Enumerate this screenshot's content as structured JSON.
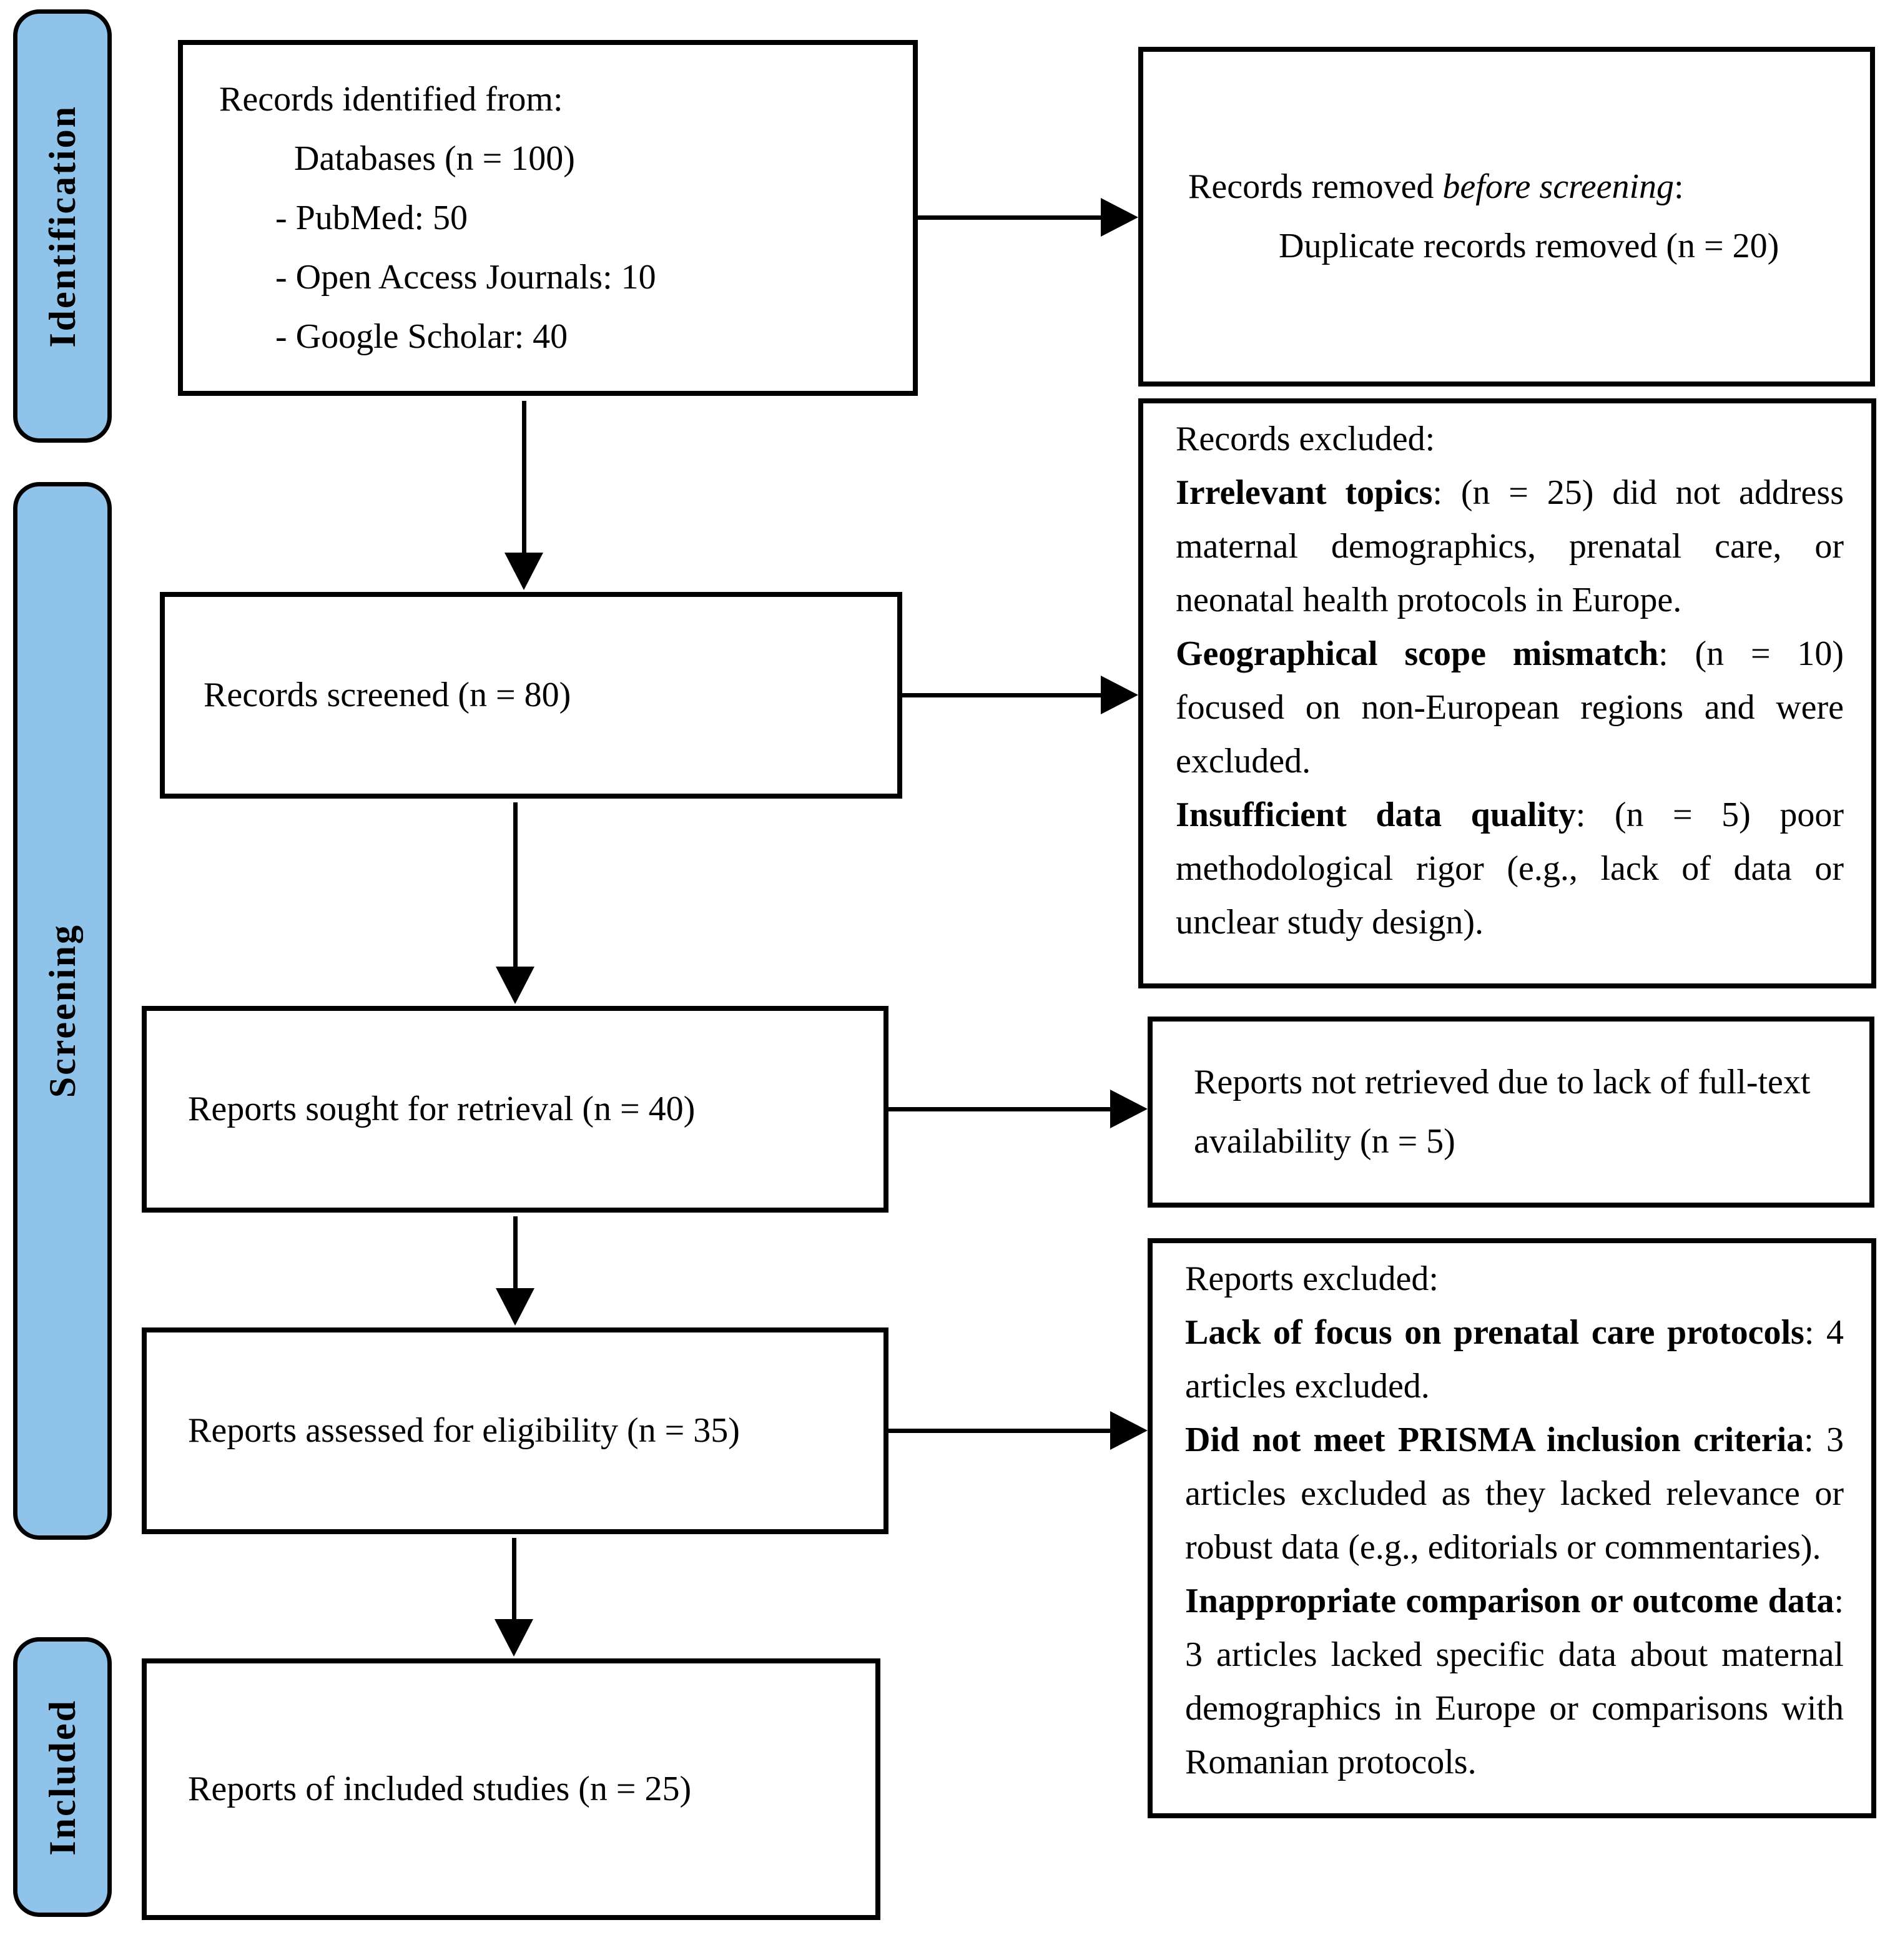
{
  "colors": {
    "stage_fill": "#8fc3ea",
    "border": "#000000",
    "background": "#ffffff",
    "text": "#000000"
  },
  "stages": [
    {
      "label": "Identification"
    },
    {
      "label": "Screening"
    },
    {
      "label": "Included"
    }
  ],
  "left_boxes": [
    {
      "id": "records-identified",
      "paragraphs": [
        {
          "indent": 0,
          "runs": [
            {
              "t": "Records identified from:"
            }
          ]
        },
        {
          "indent": 2,
          "runs": [
            {
              "t": "Databases (n = 100)"
            }
          ]
        },
        {
          "indent": 1,
          "runs": [
            {
              "t": "- PubMed: 50"
            }
          ]
        },
        {
          "indent": 1,
          "runs": [
            {
              "t": "- Open Access Journals: 10"
            }
          ]
        },
        {
          "indent": 1,
          "runs": [
            {
              "t": "- Google Scholar: 40"
            }
          ]
        }
      ]
    },
    {
      "id": "records-screened",
      "paragraphs": [
        {
          "indent": 0,
          "runs": [
            {
              "t": "Records screened (n = 80)"
            }
          ]
        }
      ]
    },
    {
      "id": "reports-sought",
      "paragraphs": [
        {
          "indent": 0,
          "runs": [
            {
              "t": "Reports sought for retrieval (n = 40)"
            }
          ]
        }
      ]
    },
    {
      "id": "reports-assessed",
      "paragraphs": [
        {
          "indent": 0,
          "runs": [
            {
              "t": "Reports assessed for eligibility (n = 35)"
            }
          ]
        }
      ]
    },
    {
      "id": "reports-included",
      "paragraphs": [
        {
          "indent": 0,
          "runs": [
            {
              "t": "Reports of included studies (n = 25)"
            }
          ]
        }
      ]
    }
  ],
  "right_boxes": [
    {
      "id": "records-removed",
      "paragraphs": [
        {
          "indent": 0,
          "runs": [
            {
              "t": "Records removed "
            },
            {
              "t": "before screening",
              "i": true
            },
            {
              "t": ":"
            }
          ]
        },
        {
          "indent": 3,
          "runs": [
            {
              "t": "Duplicate records removed (n = 20)"
            }
          ]
        }
      ]
    },
    {
      "id": "records-excluded",
      "paragraphs": [
        {
          "indent": 0,
          "runs": [
            {
              "t": "Records excluded:"
            }
          ]
        },
        {
          "indent": 0,
          "runs": [
            {
              "t": "Irrelevant topics",
              "b": true
            },
            {
              "t": ": (n = 25) did not address maternal demographics, prenatal care, or neonatal health protocols in Europe."
            }
          ]
        },
        {
          "indent": 0,
          "runs": [
            {
              "t": "Geographical scope mismatch",
              "b": true
            },
            {
              "t": ": (n = 10) focused on non-European regions and were excluded."
            }
          ]
        },
        {
          "indent": 0,
          "runs": [
            {
              "t": "Insufficient data quality",
              "b": true
            },
            {
              "t": ": (n = 5) poor methodological rigor (e.g., lack of data or unclear study design)."
            }
          ]
        }
      ]
    },
    {
      "id": "reports-not-retrieved",
      "paragraphs": [
        {
          "indent": 0,
          "runs": [
            {
              "t": "Reports not retrieved due to lack of full-text availability (n = 5)"
            }
          ]
        }
      ]
    },
    {
      "id": "reports-excluded",
      "paragraphs": [
        {
          "indent": 0,
          "runs": [
            {
              "t": "Reports excluded:"
            }
          ]
        },
        {
          "indent": 0,
          "runs": [
            {
              "t": "Lack of focus on prenatal care protocols",
              "b": true
            },
            {
              "t": ": 4 articles excluded."
            }
          ]
        },
        {
          "indent": 0,
          "runs": [
            {
              "t": "Did not meet PRISMA inclusion criteria",
              "b": true
            },
            {
              "t": ": 3 articles excluded as they lacked relevance or robust data (e.g., editorials or commentaries)."
            }
          ]
        },
        {
          "indent": 0,
          "runs": [
            {
              "t": "Inappropriate comparison or outcome data",
              "b": true
            },
            {
              "t": ": 3 articles lacked specific data about maternal demographics in Europe or comparisons with Romanian protocols."
            }
          ]
        }
      ]
    }
  ]
}
